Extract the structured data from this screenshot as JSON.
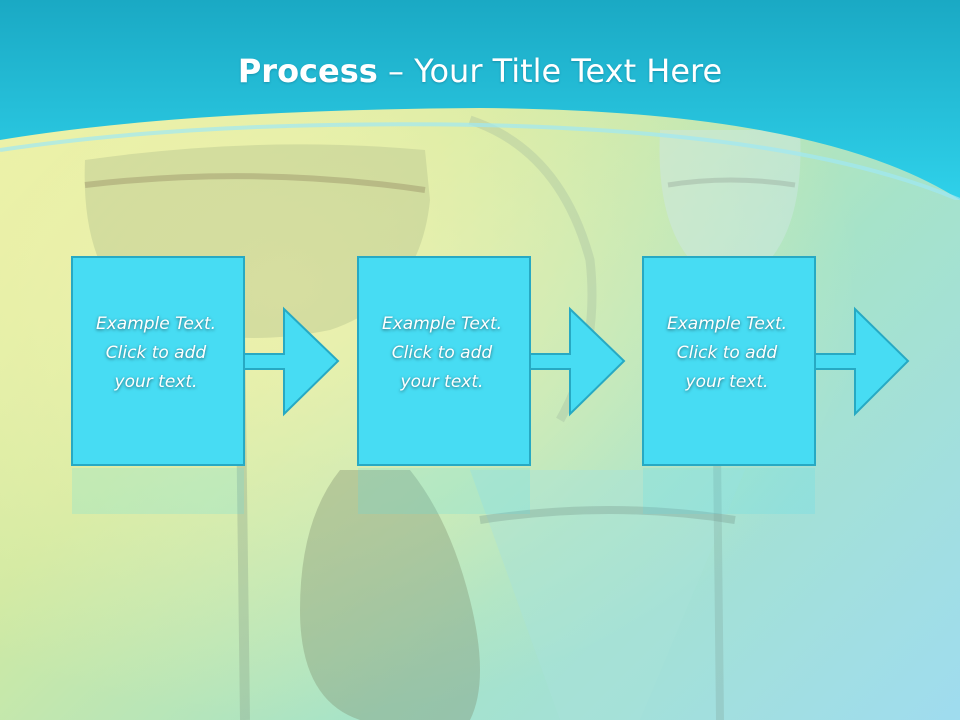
{
  "slide": {
    "title": {
      "strong": "Process",
      "light": " – Your Title Text Here"
    },
    "steps": [
      {
        "lines": [
          "Example Text.",
          "Click  to add",
          "your text."
        ]
      },
      {
        "lines": [
          "Example Text.",
          "Click  to add",
          "your text."
        ]
      },
      {
        "lines": [
          "Example Text.",
          "Click  to add",
          "your text."
        ]
      }
    ]
  },
  "colors": {
    "header": "#27c4e0",
    "shape_fill": "#47dcf3",
    "shape_stroke": "#27a9c3",
    "text": "#ffffff"
  },
  "icons": [
    "arrow-right-icon"
  ]
}
